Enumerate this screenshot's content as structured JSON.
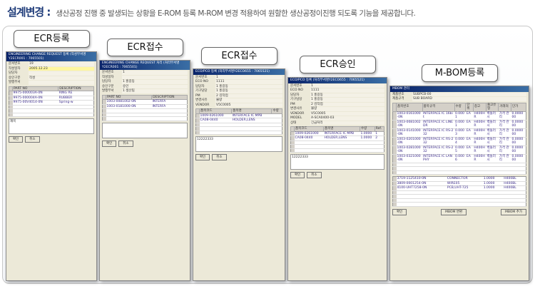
{
  "header": {
    "title": "설계변경 :",
    "description": "생산공정 진행 중 발생되는 상황을 E-ROM 등록 M-ROM 변경 적용하여 원할한 생산공정이진행 되도록 기능을 제공합니다."
  },
  "windows": [
    {
      "title": "ENGINEERING CHANGE REQUEST 등록 (작성부서명Y2ECR001 : 7065501)",
      "callout": "ECR등록",
      "fields": [
        [
          "문서번호",
          "19"
        ],
        [
          "작성일자",
          "2005.12.23"
        ],
        [
          "담당자",
          ""
        ],
        [
          "승인구분",
          "작성"
        ],
        [
          "발행부서",
          ""
        ]
      ],
      "grid_head": [
        "PART NO",
        "DESCRIPTION"
      ],
      "rows": [
        [
          "9975-000003A-0N",
          "RING RE"
        ],
        [
          "9975-000004A-0N",
          "RUBBER"
        ],
        [
          "9975-00V4014-0N",
          "Spring-w"
        ]
      ],
      "memo": "재목",
      "buttons": [
        "확인",
        "취소"
      ]
    },
    {
      "title": "ENGINEERING CHANGE REQUEST 처리 (처리부서명Y2ECR001 : 7065501)",
      "callout": "ECR접수",
      "fields": [
        [
          "문서번호",
          "1"
        ],
        [
          "작성일자",
          ""
        ],
        [
          "담당자",
          "1 홍길동"
        ],
        [
          "승인구분",
          "승인"
        ],
        [
          "발행부서",
          "1 생산팀"
        ]
      ],
      "grid_head": [
        "PART NO",
        "DESCRIPTION"
      ],
      "rows": [
        [
          "1003-0081002-0N",
          "INTERFA"
        ],
        [
          "1003-0181000-0N",
          "INTERFA"
        ]
      ],
      "memo": "",
      "buttons": [
        "확인",
        "취소"
      ]
    },
    {
      "title": "ECO/PCO 등록 (처리부서명Y2ECO655 : 7065521)",
      "callout": "ECR접수",
      "fields": [
        [
          "문서번호",
          "1"
        ],
        [
          "ECO NO",
          "1111"
        ],
        [
          "담당자",
          "1 홍길동"
        ],
        [
          "기구담당",
          "1 홍길동"
        ],
        [
          "PM",
          "2 김작업"
        ],
        [
          "변경사유",
          "불량"
        ],
        [
          "VENDOR",
          "V5C0005"
        ]
      ],
      "grid_head": [
        "품목코드",
        "품목명",
        "수량"
      ],
      "rows": [
        [
          "1009-0261000",
          "INTERFACE IC MPB"
        ],
        [
          "CA08-0440",
          "HOLDER,LENS"
        ]
      ],
      "memo": "12222333",
      "buttons": [
        "확인",
        "취소"
      ]
    },
    {
      "title": "ECO/PCO 등록 (처리부서명Y2ECO655 : 7065521)",
      "callout": "ECR승인",
      "fields": [
        [
          "문서번호",
          "1"
        ],
        [
          "ECO NO",
          "1111"
        ],
        [
          "담당자",
          "1 홍길동"
        ],
        [
          "기구담당",
          "1 홍길동"
        ],
        [
          "PM",
          "2 김작업"
        ],
        [
          "변경사유",
          "불량"
        ],
        [
          "VENDOR",
          "V5C0005"
        ],
        [
          "MODEL",
          "A-SCA0400-03"
        ],
        [
          "상태",
          "긴급처리"
        ]
      ],
      "grid_head": [
        "품목코드",
        "품목명",
        "수량",
        "Ref."
      ],
      "rows": [
        [
          "1009-0261000",
          "INTERFACE IC MPB",
          "1.0000",
          "1"
        ],
        [
          "CA08-0440",
          "HOLDER,LENS",
          "1.0000",
          "2"
        ]
      ],
      "memo": "12222333",
      "buttons": [
        "확인",
        "취소"
      ]
    },
    {
      "title": "MBOM 관리",
      "callout": "M-BOM등록",
      "fields": [
        [
          "제품번호",
          "SUBPCB-00"
        ],
        [
          "제품규격",
          "SUB BOARD"
        ]
      ],
      "grid_head": [
        "품목번호",
        "품목규격",
        "수량",
        "단위",
        "창고",
        "출고유형",
        "거래처",
        "단가"
      ],
      "rows": [
        [
          "1003-0161000-0N",
          "INTERFACE IC 16bit",
          "0.0001",
          "EA",
          "H400HR",
          "벽돌러시",
          "가격 관리",
          "0.000000"
        ],
        [
          "1003-0081002-0N",
          "INTERFACE IC LINE DR",
          "0.0001",
          "EA",
          "H400HR",
          "벽돌러시",
          "가격 관리",
          "0.000000"
        ],
        [
          "1003-0141000-0N",
          "INTERFACE IC RS-232",
          "0.0003",
          "EA",
          "H400HR",
          "벽돌러시",
          "가격 관리",
          "0.000000"
        ],
        [
          "1003-0201000-0N",
          "INTERFACE IC RS-232",
          "0.0004",
          "EA",
          "H400HR",
          "벽돌러시",
          "가격 관리",
          "0.000000"
        ],
        [
          "1003-0281000-0N",
          "INTERFACE IC RS-232",
          "0.0005",
          "EA",
          "H400HR",
          "벽돌러시",
          "가격 관리",
          "0.000000"
        ],
        [
          "1003-0321000-0N",
          "INTERFACE IC LAN PHY",
          "0.0006",
          "EA",
          "H400HR",
          "벽돌러시",
          "가격 관리",
          "0.000000"
        ]
      ],
      "rows2": [
        [
          "3719-1125410-0N",
          "CONNECTOR",
          "1.0000",
          "H400BL"
        ],
        [
          "3809-0001254-0N",
          "WIRE05",
          "1.0000",
          "H400BL"
        ],
        [
          "4100-UHT7258-0N",
          "PCB,UHT-725",
          "1.0000",
          "H400BL"
        ]
      ],
      "buttons": [
        "확인",
        "MBOM 변환",
        "MBOM 추가"
      ]
    }
  ]
}
